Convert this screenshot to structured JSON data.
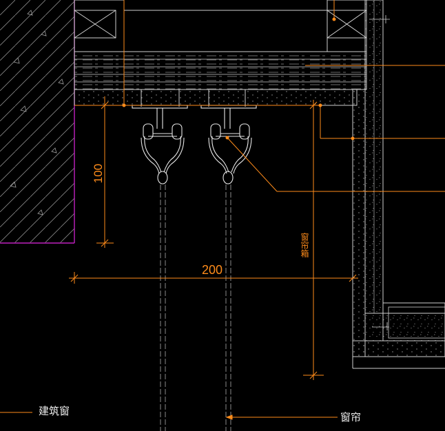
{
  "drawing": {
    "background": "#000000",
    "colors": {
      "dimension": "#ff8c1a",
      "wall_outline": "#d0d0d0",
      "wall_boundary": "#c020c0",
      "hatch": "#9a9a9a",
      "track": "#e8e8e8",
      "text": "#f0f0f0"
    },
    "dimensions": {
      "vertical_drop": "100",
      "horizontal_width": "200"
    },
    "labels": {
      "vertical_note": "窗帘箱",
      "building_window": "建筑窗",
      "curtain": "窗帘"
    },
    "symbols": {
      "curtain_tracks": 2
    }
  }
}
